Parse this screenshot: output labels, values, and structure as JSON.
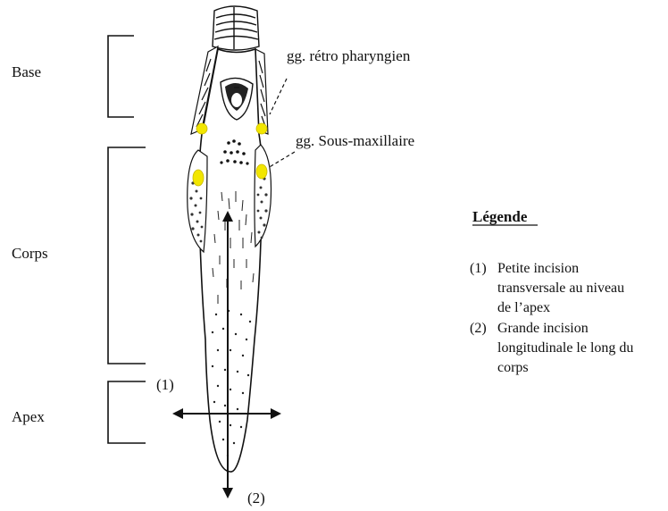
{
  "regions": {
    "base": "Base",
    "corps": "Corps",
    "apex": "Apex"
  },
  "ganglia": {
    "retro": "gg. rétro pharyngien",
    "sous": "gg. Sous-maxillaire"
  },
  "incision_marks": {
    "one": "(1)",
    "two": "(2)"
  },
  "legend": {
    "title": "Légende",
    "item1": {
      "num": "(1)",
      "lines": [
        "Petite incision",
        "transversale au niveau",
        "de l’apex"
      ]
    },
    "item2": {
      "num": "(2)",
      "lines": [
        "Grande incision",
        "longitudinale le long du",
        "corps"
      ]
    }
  },
  "colors": {
    "ink": "#111111",
    "gland": "#f2e600",
    "background": "#ffffff"
  }
}
